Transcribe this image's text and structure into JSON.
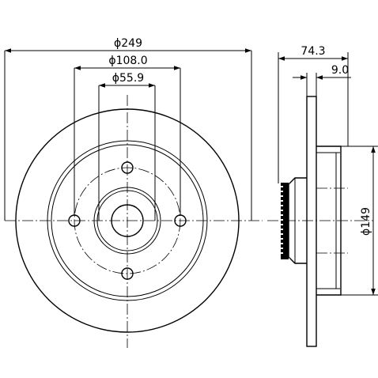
{
  "dimensions": {
    "outer_diameter": "ϕ249",
    "bolt_circle_diameter": "ϕ108.0",
    "center_bore_diameter": "ϕ55.9",
    "overall_height": "74.3",
    "disc_thickness": "9.0",
    "hub_diameter": "ϕ149"
  },
  "colors": {
    "line": "#000000",
    "background": "#ffffff"
  }
}
